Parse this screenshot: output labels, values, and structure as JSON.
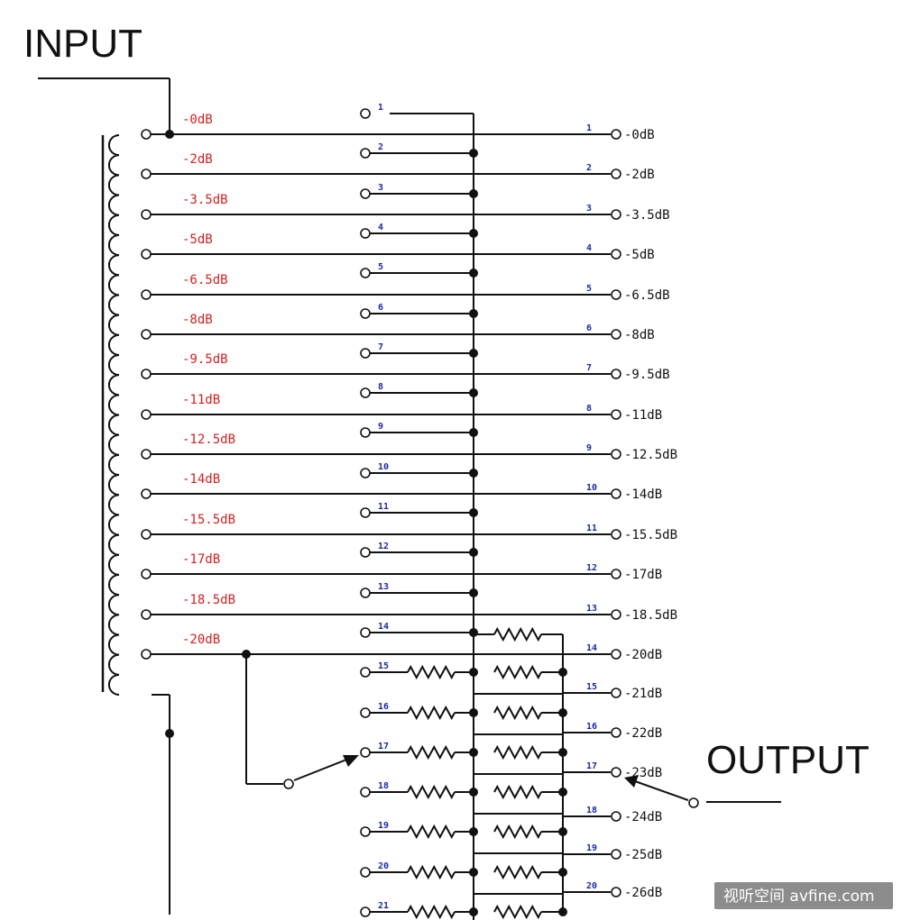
{
  "input_label": "INPUT",
  "output_label": "OUTPUT",
  "tap_labels": [
    "-0dB",
    "-2dB",
    "-3.5dB",
    "-5dB",
    "-6.5dB",
    "-8dB",
    "-9.5dB",
    "-11dB",
    "-12.5dB",
    "-14dB",
    "-15.5dB",
    "-17dB",
    "-18.5dB",
    "-20dB"
  ],
  "switch_positions": [
    "1",
    "2",
    "3",
    "4",
    "5",
    "6",
    "7",
    "8",
    "9",
    "10",
    "11",
    "12",
    "13",
    "14",
    "15",
    "16",
    "17",
    "18",
    "19",
    "20",
    "21"
  ],
  "output_labels": [
    "-0dB",
    "-2dB",
    "-3.5dB",
    "-5dB",
    "-6.5dB",
    "-8dB",
    "-9.5dB",
    "-11dB",
    "-12.5dB",
    "-14dB",
    "-15.5dB",
    "-17dB",
    "-18.5dB",
    "-20dB",
    "-21dB",
    "-22dB",
    "-23dB",
    "-24dB",
    "-25dB",
    "-26dB"
  ],
  "watermark": "视听空间 avfine.com",
  "colors": {
    "tap_label": "#d42020",
    "switch_number": "#1a2aa8",
    "wire": "#111111"
  }
}
